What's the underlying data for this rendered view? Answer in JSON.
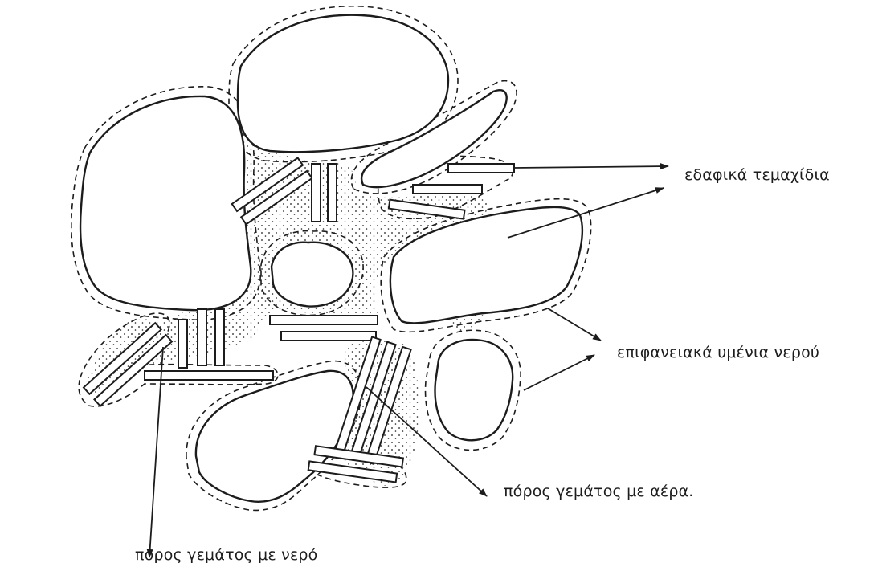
{
  "labels": {
    "soil_particles": "εδαφικά τεμαχίδια",
    "surface_water_films": "επιφανειακά υμένια νερού",
    "air_filled_pore": "πόρος γεμάτος με αέρα.",
    "water_filled_pore": "πόρος γεμάτος με νερό"
  },
  "colors": {
    "ink": "#1c1c1c",
    "paper": "#ffffff"
  }
}
